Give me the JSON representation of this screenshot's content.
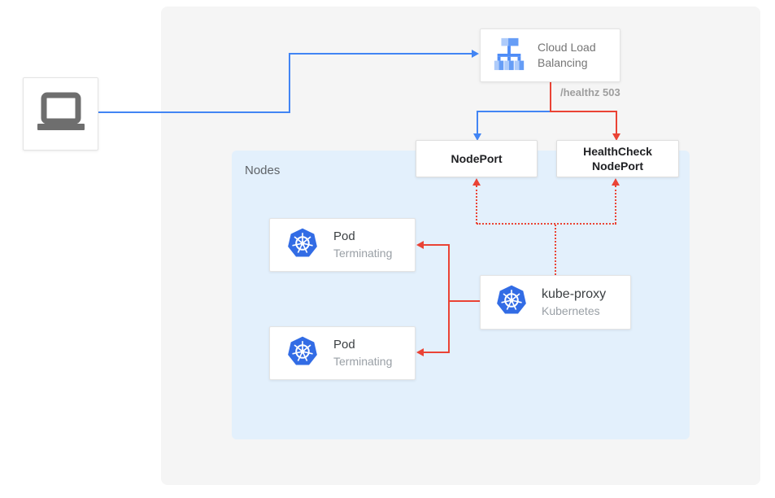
{
  "colors": {
    "request_blue": "#4285f4",
    "health_red": "#ea4335",
    "outer_panel_bg": "#f5f5f5",
    "nodes_panel_bg": "#e3f0fc",
    "kubernetes_blue": "#326ce5"
  },
  "nodes_panel": {
    "label": "Nodes"
  },
  "load_balancer": {
    "line1": "Cloud Load",
    "line2": "Balancing"
  },
  "edge_labels": {
    "healthz": "/healthz 503"
  },
  "nodeport": {
    "label": "NodePort"
  },
  "healthcheck_nodeport": {
    "line1": "HealthCheck",
    "line2": "NodePort"
  },
  "pods": [
    {
      "title": "Pod",
      "status": "Terminating"
    },
    {
      "title": "Pod",
      "status": "Terminating"
    }
  ],
  "kube_proxy": {
    "title": "kube-proxy",
    "subtitle": "Kubernetes"
  }
}
